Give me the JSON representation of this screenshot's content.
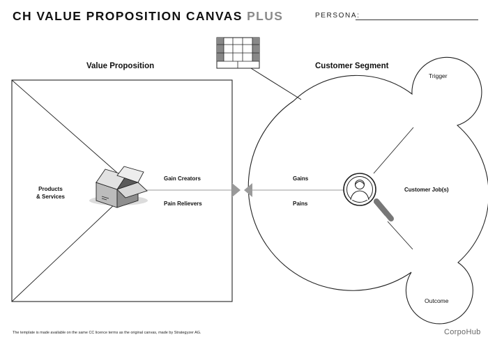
{
  "header": {
    "title_prefix": "CH",
    "title_main": "VALUE PROPOSITION CANVAS",
    "title_suffix": "PLUS",
    "persona_label": "PERSONA:"
  },
  "value_proposition": {
    "title": "Value Proposition",
    "products_services_line1": "Products",
    "products_services_line2": "& Services",
    "gain_creators": "Gain Creators",
    "pain_relievers": "Pain Relievers"
  },
  "customer_segment": {
    "title": "Customer Segment",
    "gains": "Gains",
    "pains": "Pains",
    "customer_jobs": "Customer Job(s)",
    "trigger": "Trigger",
    "outcome": "Outcome"
  },
  "footer": {
    "note": "The template is made available on the same CC licence terms as the original canvas, made by Strategyzer AG.",
    "brand": "CorpoHub"
  }
}
